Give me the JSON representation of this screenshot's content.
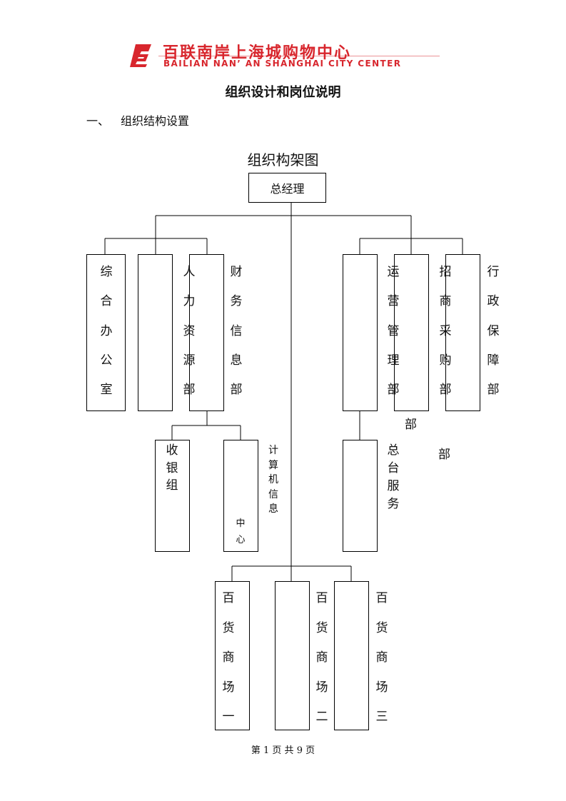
{
  "header": {
    "logo_cn": "百联南岸上海城购物中心",
    "logo_en": "BAILIAN NAN’ AN SHANGHAI CITY CENTER",
    "brand_color": "#d8262d"
  },
  "doc_title": "组织设计和岗位说明",
  "section": {
    "number": "一、",
    "title": "组织结构设置"
  },
  "chart": {
    "title": "组织构架图",
    "root": "总经理",
    "dept_zonghe": "综合办公室",
    "dept_renli": "人力资源部",
    "dept_caiwu": "财务信息部",
    "dept_yunying": "运营管理部",
    "dept_zhaoshang": "招商采购部",
    "dept_xingzheng": "行政保障部",
    "extra_bu_1": "部",
    "extra_bu_2": "部",
    "group_shouyin": "收银组",
    "group_computer": "计算机信息",
    "group_computer_center": "中心",
    "group_zongtai": "总台服务",
    "store_1": "百货商场一",
    "store_2": "百货商场二",
    "store_3": "百货商场三"
  },
  "footer": {
    "page_label": "第 1 页 共 9 页"
  }
}
